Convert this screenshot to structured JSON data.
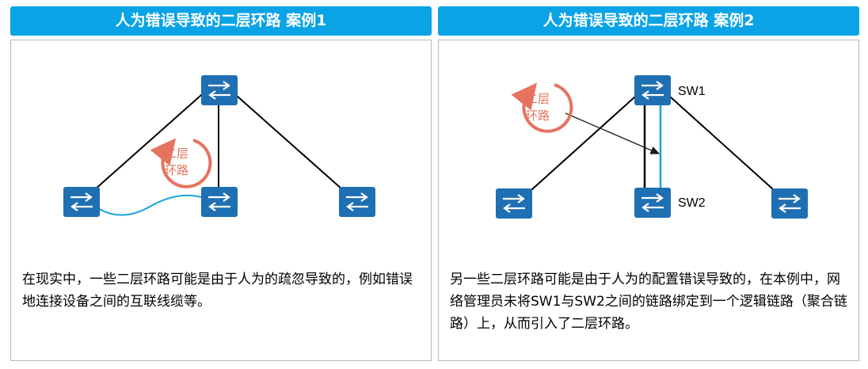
{
  "case1": {
    "title": "人为错误导致的二层环路 案例1",
    "loop_label_line1": "二层",
    "loop_label_line2": "环路",
    "description": "在现实中，一些二层环路可能是由于人为的疏忽导致的，例如错误地连接设备之间的互联线缆等。"
  },
  "case2": {
    "title": "人为错误导致的二层环路 案例2",
    "loop_label_line1": "二层",
    "loop_label_line2": "环路",
    "sw1_label": "SW1",
    "sw2_label": "SW2",
    "description": "另一些二层环路可能是由于人为的配置错误导致的，在本例中，网络管理员未将SW1与SW2之间的链路绑定到一个逻辑链路（聚合链路）上，从而引入了二层环路。"
  },
  "colors": {
    "header_bg": "#0aa3e6",
    "switch_bg": "#1f6fb3",
    "loop_accent": "#e5735f",
    "cable_highlight": "#1aa3dc"
  }
}
